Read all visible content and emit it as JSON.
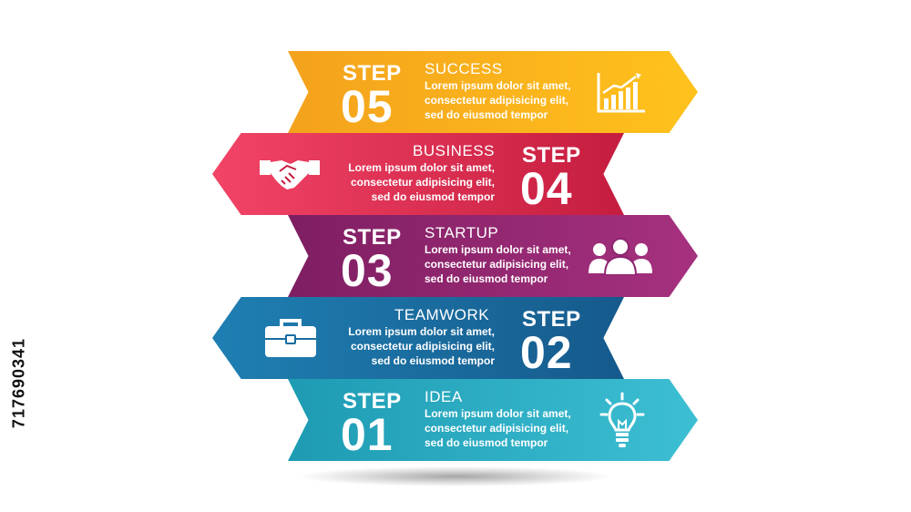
{
  "steps": [
    {
      "step_word": "STEP",
      "number": "05",
      "title": "SUCCESS",
      "desc": [
        "Lorem ipsum dolor sit amet,",
        "consectetur adipisicing elit,",
        "sed do eiusmod tempor"
      ],
      "icon": "bar-chart-icon",
      "colors": [
        "#f4a21c",
        "#ffc21c"
      ],
      "direction": "right"
    },
    {
      "step_word": "STEP",
      "number": "04",
      "title": "BUSINESS",
      "desc": [
        "Lorem ipsum dolor sit amet,",
        "consectetur adipisicing elit,",
        "sed do eiusmod tempor"
      ],
      "icon": "handshake-icon",
      "colors": [
        "#f24466",
        "#c51d3f"
      ],
      "direction": "left"
    },
    {
      "step_word": "STEP",
      "number": "03",
      "title": "STARTUP",
      "desc": [
        "Lorem ipsum dolor sit amet,",
        "consectetur adipisicing elit,",
        "sed do eiusmod tempor"
      ],
      "icon": "people-icon",
      "colors": [
        "#7f1e62",
        "#a6317f"
      ],
      "direction": "right"
    },
    {
      "step_word": "STEP",
      "number": "02",
      "title": "TEAMWORK",
      "desc": [
        "Lorem ipsum dolor sit amet,",
        "consectetur adipisicing elit,",
        "sed do eiusmod tempor"
      ],
      "icon": "briefcase-icon",
      "colors": [
        "#1f7fb2",
        "#165a8c"
      ],
      "direction": "left"
    },
    {
      "step_word": "STEP",
      "number": "01",
      "title": "IDEA",
      "desc": [
        "Lorem ipsum dolor sit amet,",
        "consectetur adipisicing elit,",
        "sed do eiusmod tempor"
      ],
      "icon": "lightbulb-icon",
      "colors": [
        "#1e9bb3",
        "#3dbfd3"
      ],
      "direction": "right"
    }
  ],
  "watermark_id": "717690341"
}
